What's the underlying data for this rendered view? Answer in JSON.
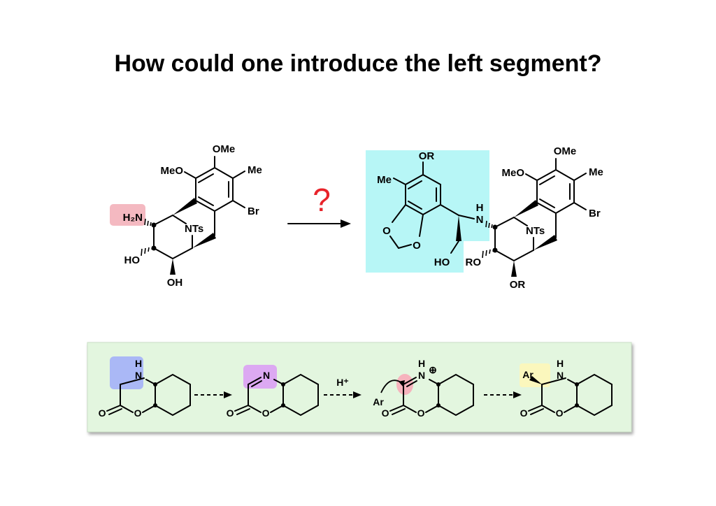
{
  "title": "How could one introduce the left segment?",
  "question_mark": "?",
  "colors": {
    "question": "#e8232a",
    "amine_highlight": "#f4b9c1",
    "segment_highlight": "#b7f6f6",
    "panel_bg": "#e3f6df",
    "blue_highlight": "#aab8f6",
    "purple_highlight": "#dca9f2",
    "pink_highlight": "#f6b3bd",
    "yellow_highlight": "#fbf7bd"
  },
  "start_material": {
    "ome": "OMe",
    "meo": "MeO",
    "me": "Me",
    "br": "Br",
    "nts": "NTs",
    "amine": "H₂N",
    "ho": "HO",
    "oh": "OH"
  },
  "product": {
    "ome": "OMe",
    "meo": "MeO",
    "me": "Me",
    "br": "Br",
    "nts": "NTs",
    "ro": "RO",
    "or_bottom": "OR",
    "aryl_or": "OR",
    "aryl_me": "Me",
    "o1": "O",
    "o2": "O",
    "n": "N",
    "nh": "H",
    "ho": "HO"
  },
  "mechanism": {
    "reagent": "H⁺",
    "steps": [
      {
        "n": "N",
        "h": "H",
        "o_ring": "O",
        "o_carbonyl": "O"
      },
      {
        "n": "N",
        "o_ring": "O",
        "o_carbonyl": "O"
      },
      {
        "n": "N",
        "h": "H",
        "charge": "⊕",
        "ar": "Ar",
        "o_ring": "O",
        "o_carbonyl": "O"
      },
      {
        "n": "N",
        "h": "H",
        "ar": "Ar",
        "o_ring": "O",
        "o_carbonyl": "O"
      }
    ]
  }
}
